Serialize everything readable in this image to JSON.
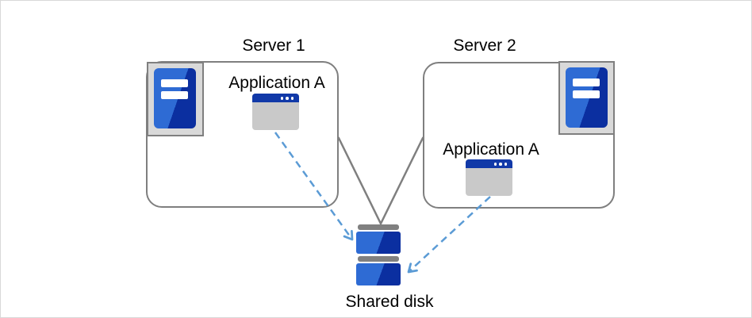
{
  "diagram": {
    "title": "",
    "server1": {
      "label": "Server 1",
      "app_label": "Application A",
      "icon": "server-tower-icon"
    },
    "server2": {
      "label": "Server 2",
      "app_label": "Application A",
      "icon": "server-tower-icon"
    },
    "shared_disk": {
      "label": "Shared disk",
      "icon": "shared-disk-icon",
      "units": 2
    },
    "connections": [
      {
        "from": "server1-box",
        "to": "shared-disk",
        "style": "solid-gray-line"
      },
      {
        "from": "server2-box",
        "to": "shared-disk",
        "style": "solid-gray-line"
      },
      {
        "from": "server1-application-a",
        "to": "shared-disk",
        "style": "dashed-blue-arrow"
      },
      {
        "from": "server2-application-a",
        "to": "shared-disk",
        "style": "dashed-blue-arrow"
      }
    ],
    "colors": {
      "line_gray": "#7f7f7f",
      "frame_gray": "#d9d9d9",
      "disk_cap_gray": "#808080",
      "blue_light": "#2e6bd4",
      "blue_dark": "#0b2fa0",
      "titlebar_blue": "#1139a8",
      "app_body_gray": "#c9c9c9",
      "arrow_blue": "#5b9bd5",
      "text": "#000000",
      "background": "#ffffff"
    },
    "icons": [
      "server-tower-icon",
      "app-window-icon",
      "shared-disk-icon"
    ]
  }
}
